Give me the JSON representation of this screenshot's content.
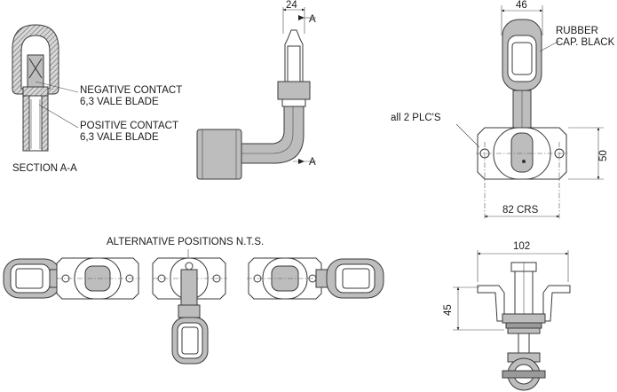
{
  "labels": {
    "negative_contact_1": "NEGATIVE CONTACT",
    "negative_contact_2": "6,3 VALE BLADE",
    "positive_contact_1": "POSITIVE CONTACT",
    "positive_contact_2": "6,3 VALE BLADE",
    "section": "SECTION A-A",
    "rubber_cap_1": "RUBBER",
    "rubber_cap_2": "CAP. BLACK",
    "all_plcs": "all 2 PLC'S",
    "alternative_positions": "ALTERNATIVE POSITIONS N.T.S.",
    "section_marker_top": "A",
    "section_marker_bottom": "A"
  },
  "dimensions": {
    "side_width": "24",
    "top_width": "46",
    "height_plan": "50",
    "hole_centres": "82 CRS",
    "bracket_length": "102",
    "bracket_height": "45"
  }
}
